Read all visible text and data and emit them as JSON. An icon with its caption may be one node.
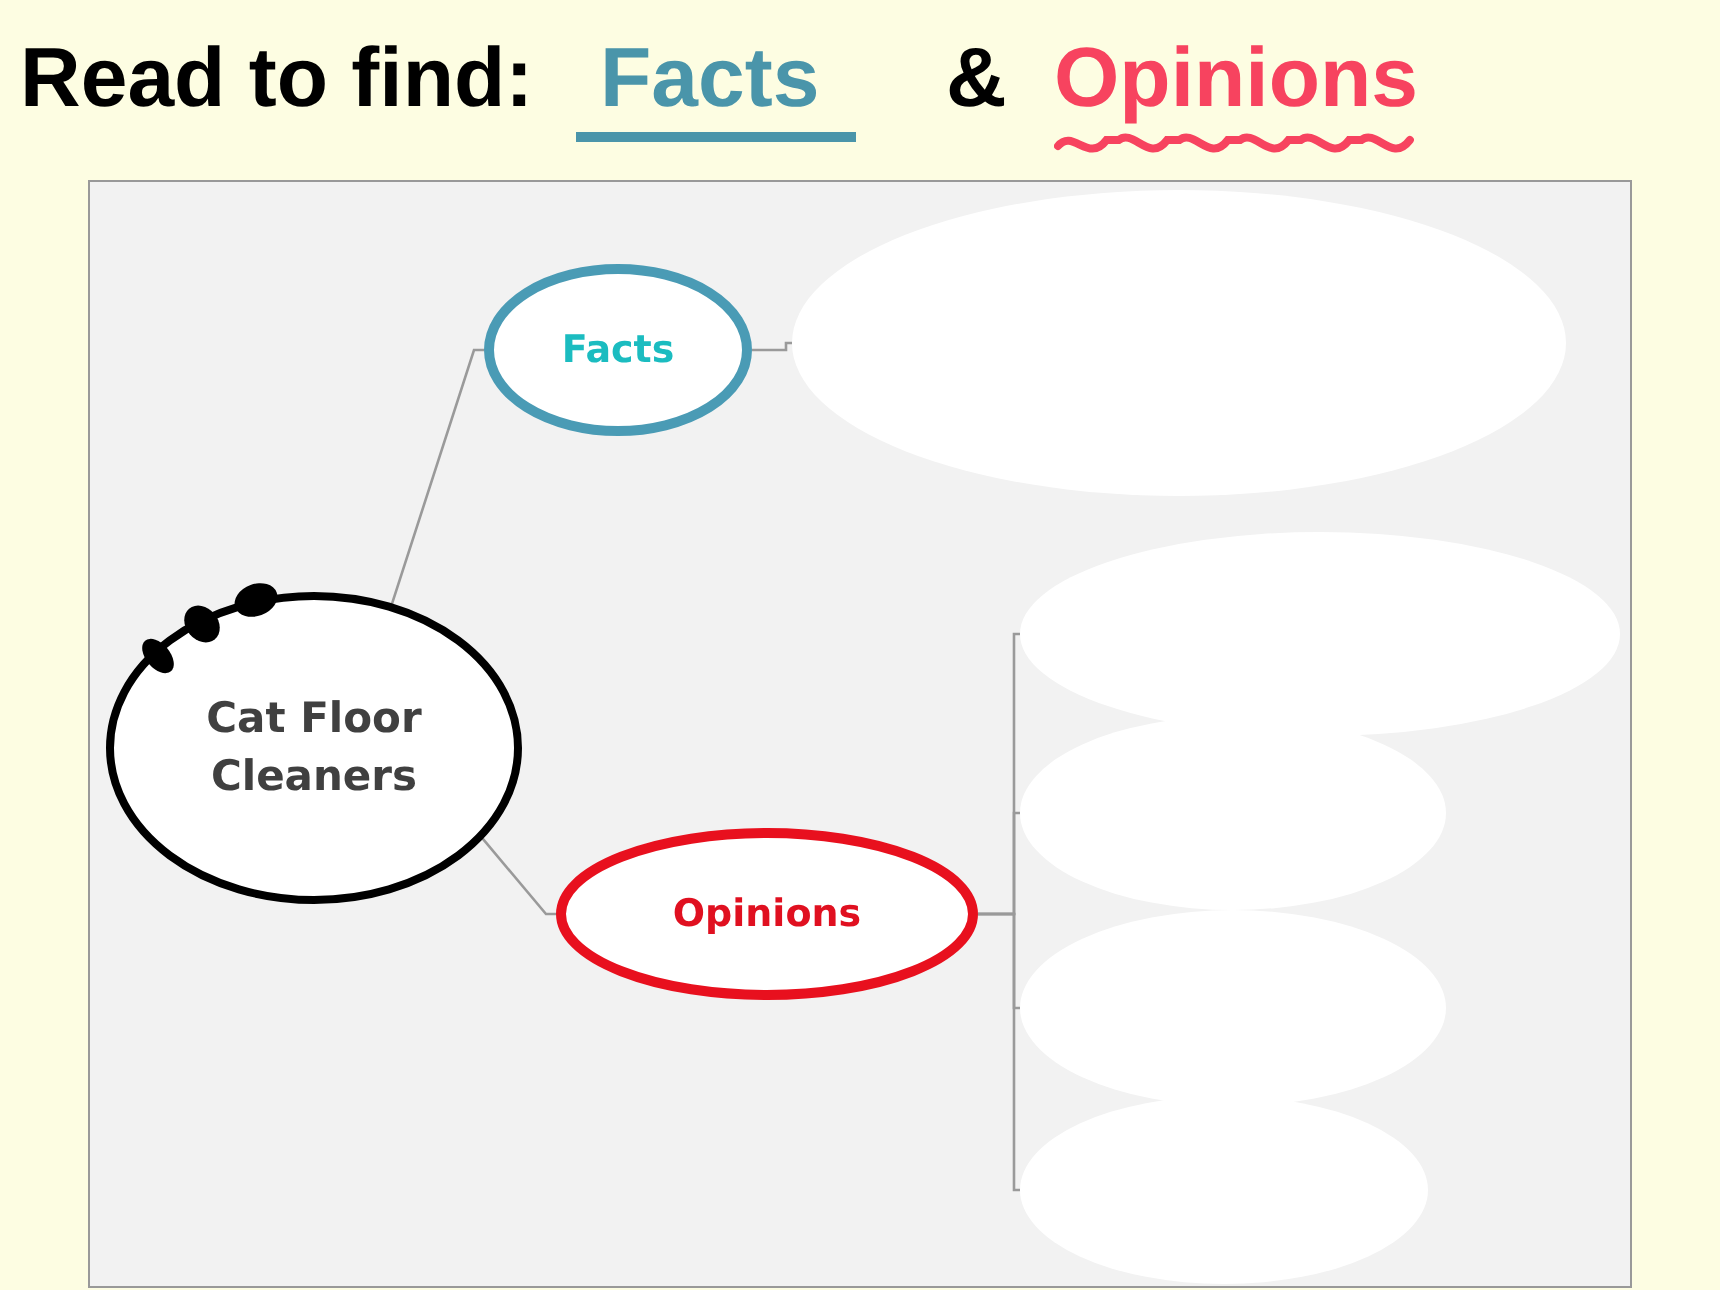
{
  "diagram": {
    "title": "Read to find:",
    "nodes": [
      {
        "text": [
          "Cat Floor Cleaners"
        ]
      },
      {
        "text": [
          "Facts"
        ]
      },
      {
        "text": [
          "Opinions"
        ]
      },
      {
        "text": [],
        "shape": "ellipse"
      },
      {
        "text": [],
        "shape": "ellipse"
      },
      {
        "text": [],
        "shape": "ellipse"
      },
      {
        "text": [],
        "shape": "ellipse"
      },
      {
        "text": [],
        "shape": "ellipse"
      }
    ],
    "edges": [
      {
        "from": 0,
        "to": 1,
        "arrow": "none"
      },
      {
        "from": 0,
        "to": 2,
        "arrow": "none"
      },
      {
        "from": 1,
        "to": 3,
        "arrow": "none"
      },
      {
        "from": 2,
        "to": 4,
        "arrow": "none"
      },
      {
        "from": 2,
        "to": 5,
        "arrow": "none"
      },
      {
        "from": 2,
        "to": 6,
        "arrow": "none"
      },
      {
        "from": 2,
        "to": 7,
        "arrow": "none"
      }
    ],
    "labels": [
      "Facts",
      "&",
      "Opinions"
    ]
  }
}
